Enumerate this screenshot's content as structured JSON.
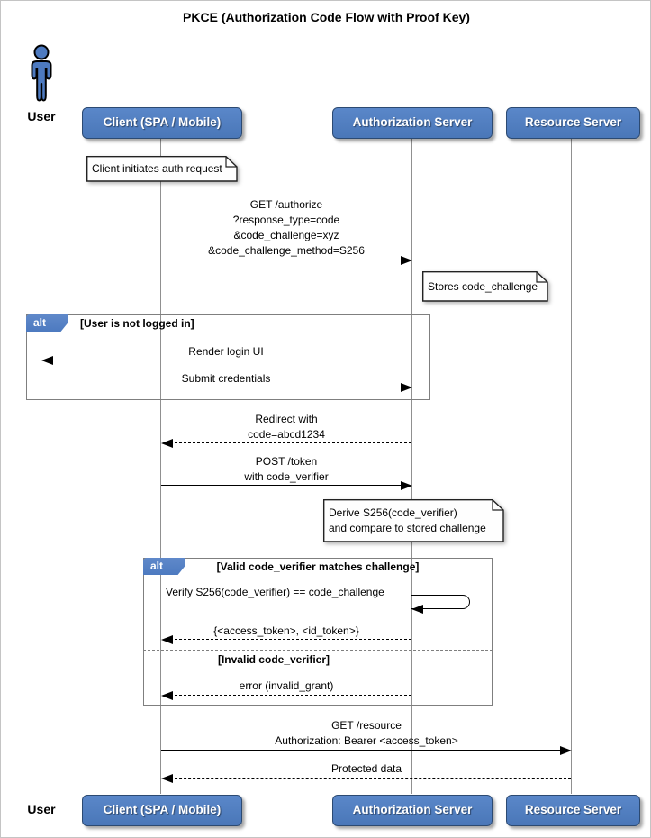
{
  "title": "PKCE (Authorization Code Flow with Proof Key)",
  "colors": {
    "participant_fill": "#4d7ac0",
    "participant_border": "#2c4a72",
    "participant_text": "#ffffff",
    "alt_tab_fill": "#4d7ac0",
    "frame_border": "#7f7f7f",
    "lifeline": "#909090",
    "note_fill": "#fefefe",
    "arrow": "#000000"
  },
  "actors": {
    "user": {
      "label": "User"
    }
  },
  "participants": [
    {
      "label": "Client (SPA / Mobile)"
    },
    {
      "label": "Authorization Server"
    },
    {
      "label": "Resource Server"
    }
  ],
  "notes": [
    {
      "text": "Client initiates auth request"
    },
    {
      "text": "Stores code_challenge"
    },
    {
      "lines": [
        "Derive S256(code_verifier)",
        "and compare to stored challenge"
      ]
    }
  ],
  "messages": {
    "authorize": {
      "lines": [
        "GET /authorize",
        "?response_type=code",
        "&code_challenge=xyz",
        "&code_challenge_method=S256"
      ]
    },
    "render_login": {
      "text": "Render login UI"
    },
    "submit_credentials": {
      "text": "Submit credentials"
    },
    "redirect": {
      "lines": [
        "Redirect with",
        "code=abcd1234"
      ]
    },
    "post_token": {
      "lines": [
        "POST /token",
        "with code_verifier"
      ]
    },
    "verify": {
      "text": "Verify S256(code_verifier) == code_challenge"
    },
    "tokens": {
      "text": "{<access_token>, <id_token>}"
    },
    "error": {
      "text": "error (invalid_grant)"
    },
    "get_resource": {
      "lines": [
        "GET /resource",
        "Authorization: Bearer <access_token>"
      ]
    },
    "protected_data": {
      "text": "Protected data"
    }
  },
  "fragments": {
    "alt1": {
      "operator": "alt",
      "guard": "[User is not logged in]"
    },
    "alt2": {
      "operator": "alt",
      "guard": "[Valid code_verifier matches challenge]",
      "else_guard": "[Invalid code_verifier]"
    }
  }
}
